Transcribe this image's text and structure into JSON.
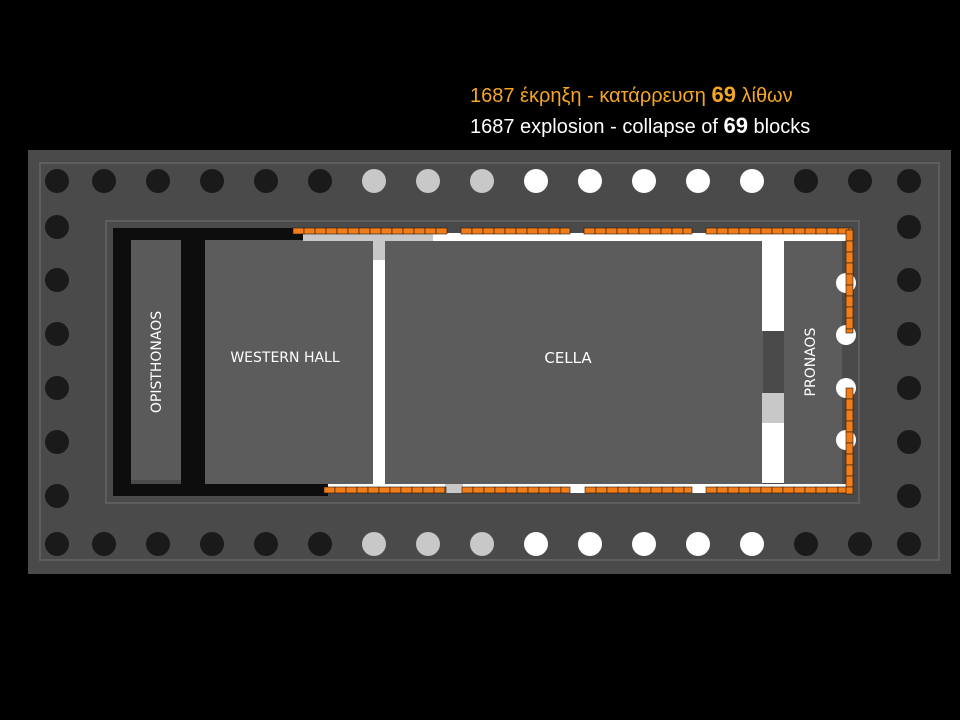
{
  "title": {
    "greek": {
      "prefix": "1687 έκρηξη - κατάρρευση ",
      "number": "69",
      "suffix": " λίθων"
    },
    "english": {
      "prefix": "1687 explosion - collapse of ",
      "number": "69",
      "suffix": " blocks"
    }
  },
  "rooms": {
    "opisthonaos": "OPISTHONAOS",
    "western_hall": "WESTERN HALL",
    "cella": "CELLA",
    "pronaos": "PRONAOS"
  },
  "colors": {
    "background": "#000000",
    "platform": "#4a4a4a",
    "column_dark": "#1a1a1a",
    "column_light_gray": "#c8c8c8",
    "column_white": "#ffffff",
    "collapsed_blocks": "#f07c1a",
    "greek_text": "#f5a623"
  }
}
